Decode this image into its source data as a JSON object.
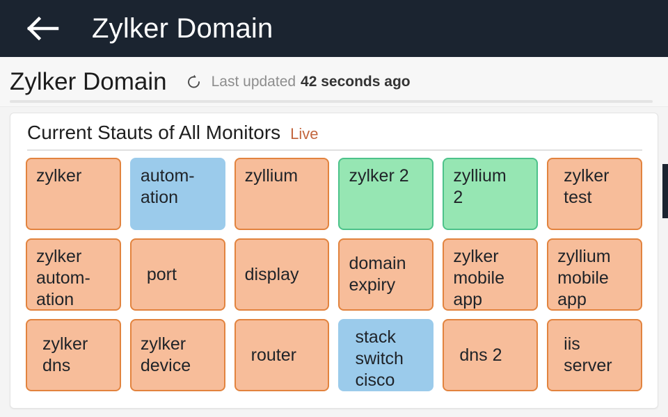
{
  "appbar": {
    "back_icon": "arrow-left-icon",
    "title": "Zylker Domain"
  },
  "subheader": {
    "title": "Zylker Domain",
    "refresh_icon": "refresh-icon",
    "updated_label": "Last updated",
    "updated_value": "42 seconds ago"
  },
  "card": {
    "title": "Current Stauts of All Monitors",
    "live_label": "Live"
  },
  "colors": {
    "appbar_bg": "#1b2430",
    "down_fill": "#f7bd9a",
    "down_border": "#e2833e",
    "up_fill": "#96e6b3",
    "up_border": "#4cc28a",
    "trouble_fill": "#9bcbeb",
    "live_text": "#c3673f"
  },
  "monitors": [
    {
      "name": "zylker",
      "status": "down",
      "align": "top"
    },
    {
      "name": "autom-\nation",
      "status": "trouble",
      "align": "top"
    },
    {
      "name": "zyllium",
      "status": "down",
      "align": "top"
    },
    {
      "name": "zylker 2",
      "status": "up",
      "align": "top"
    },
    {
      "name": "zyllium\n2",
      "status": "up",
      "align": "top"
    },
    {
      "name": "zylker\ntest",
      "status": "down",
      "align": "top-indent"
    },
    {
      "name": "zylker\nautom-\nation",
      "status": "down",
      "align": "top"
    },
    {
      "name": "port",
      "status": "down",
      "align": "middle-indent"
    },
    {
      "name": "display",
      "status": "down",
      "align": "middle"
    },
    {
      "name": "domain\nexpiry",
      "status": "down",
      "align": "middle"
    },
    {
      "name": "zylker\nmobile\napp",
      "status": "down",
      "align": "top"
    },
    {
      "name": "zyllium\nmobile\napp",
      "status": "down",
      "align": "top"
    },
    {
      "name": "zylker\ndns",
      "status": "down",
      "align": "middle-indent"
    },
    {
      "name": "zylker\ndevice",
      "status": "down",
      "align": "middle"
    },
    {
      "name": "router",
      "status": "down",
      "align": "middle-indent"
    },
    {
      "name": "stack\nswitch\ncisco",
      "status": "trouble",
      "align": "top-indent"
    },
    {
      "name": "dns 2",
      "status": "down",
      "align": "middle-indent"
    },
    {
      "name": "iis\nserver",
      "status": "down",
      "align": "middle-indent"
    }
  ]
}
